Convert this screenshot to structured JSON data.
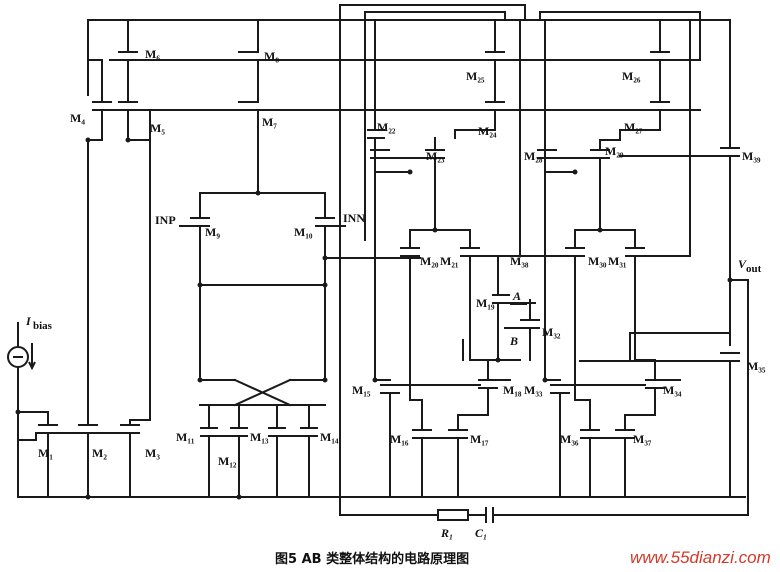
{
  "caption": "图5   AB 类整体结构的电路原理图",
  "watermark": "www.55dianzi.com",
  "labels": {
    "M1": "M₁",
    "M2": "M₂",
    "M3": "M₃",
    "M4": "M₄",
    "M5": "M₅",
    "M6": "M₆",
    "M7": "M₇",
    "M8": "M₈",
    "M9": "M₉",
    "M10": "M₁₀",
    "M11": "M₁₁",
    "M12": "M₁₂",
    "M13": "M₁₃",
    "M14": "M₁₄",
    "M15": "M₁₅",
    "M16": "M₁₆",
    "M17": "M₁₇",
    "M18": "M₁₈",
    "M19": "M₁₉",
    "M20": "M₂₀",
    "M21": "M₂₁",
    "M22": "M₂₂",
    "M23": "M₂₃",
    "M24": "M₂₄",
    "M25": "M₂₅",
    "M26": "M₂₆",
    "M27": "M₂₇",
    "M28": "M₂₈",
    "M29": "M₂₉",
    "M30": "M₃₀",
    "M31": "M₃₁",
    "M32": "M₃₂",
    "M33": "M₃₃",
    "M34": "M₃₄",
    "M35": "M₃₅",
    "M36": "M₃₆",
    "M37": "M₃₇",
    "M38": "M₃₈",
    "M39": "M₃₉",
    "INP": "INP",
    "INN": "INN",
    "A": "A",
    "B": "B",
    "Ibias": "I",
    "Ibias_sub": "bias",
    "Vout": "V",
    "Vout_sub": "out",
    "R1": "R₁",
    "C1": "C₁"
  }
}
